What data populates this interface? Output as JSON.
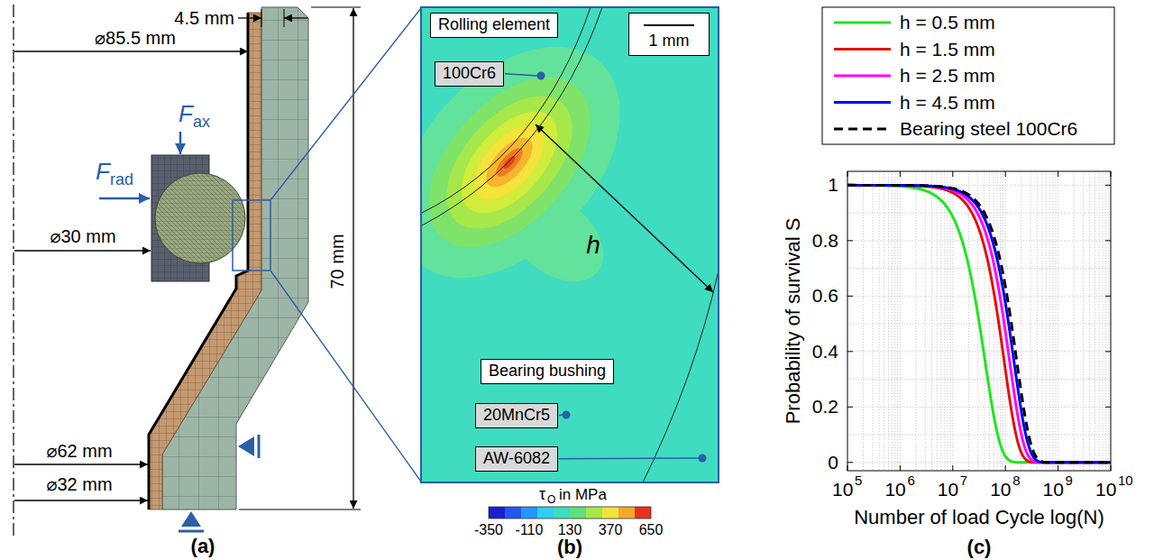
{
  "diagram": {
    "nodes": [
      {
        "text": [
          "Rolling element"
        ]
      },
      {
        "text": [
          "100Cr6"
        ]
      },
      {
        "text": [
          "Bearing bushing"
        ]
      },
      {
        "text": [
          "20MnCr5"
        ]
      },
      {
        "text": [
          "AW-6082"
        ]
      },
      {
        "text": [
          "1 mm"
        ]
      }
    ],
    "labels": [
      "4.5 mm",
      "⌀85.5 mm",
      "F",
      "ax",
      "F",
      "rad",
      "⌀30 mm",
      "70 mm",
      "⌀62 mm",
      "⌀32 mm",
      "(a)",
      "h",
      "τ",
      "O",
      "in MPa",
      "-350",
      "-110",
      "130",
      "370",
      "650",
      "(b)",
      "Probability of survival S",
      "1",
      "0.8",
      "0.6",
      "0.4",
      "0.2",
      "0",
      "10",
      "5",
      "10",
      "6",
      "10",
      "7",
      "10",
      "8",
      "10",
      "9",
      "10",
      "10",
      "Number of load Cycle log(N)",
      "(c)"
    ],
    "legend": [
      {
        "text": "h = 0.5 mm"
      },
      {
        "text": "h = 1.5 mm"
      },
      {
        "text": "h = 2.5 mm"
      },
      {
        "text": "h = 4.5 mm"
      },
      {
        "text": "Bearing steel 100Cr6"
      }
    ]
  }
}
